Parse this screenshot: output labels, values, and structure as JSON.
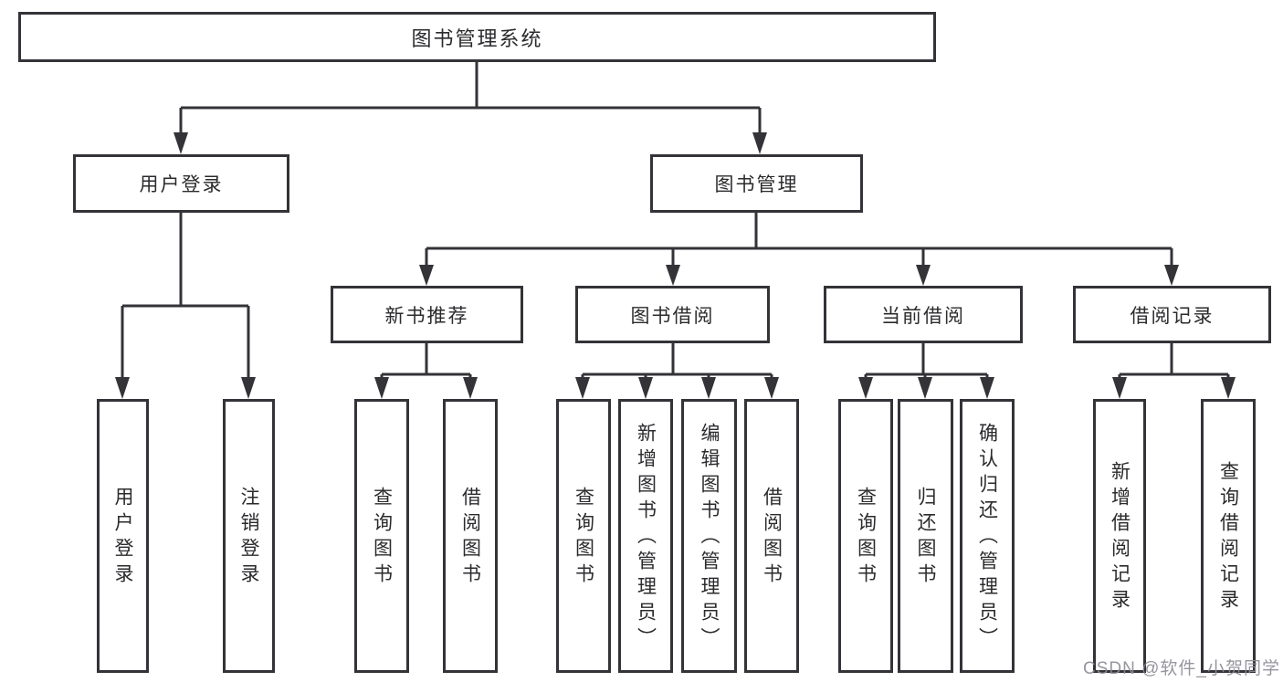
{
  "diagram": {
    "root": {
      "label": "图书管理系统"
    },
    "level2": {
      "user_login": {
        "label": "用户登录"
      },
      "book_management": {
        "label": "图书管理"
      }
    },
    "level3": {
      "new_book_recommend": {
        "label": "新书推荐"
      },
      "book_borrow": {
        "label": "图书借阅"
      },
      "current_borrow": {
        "label": "当前借阅"
      },
      "borrow_records": {
        "label": "借阅记录"
      }
    },
    "leaves": {
      "user_login": {
        "label": "用户登录"
      },
      "logout_login": {
        "label": "注销登录"
      },
      "rec_query_book": {
        "label": "查询图书"
      },
      "rec_borrow_book": {
        "label": "借阅图书"
      },
      "bb_query_book": {
        "label": "查询图书"
      },
      "bb_add_book_admin": {
        "label": "新增图书（管理员）"
      },
      "bb_edit_book_admin": {
        "label": "编辑图书（管理员）"
      },
      "bb_borrow_book": {
        "label": "借阅图书"
      },
      "cur_query_book": {
        "label": "查询图书"
      },
      "cur_return_book": {
        "label": "归还图书"
      },
      "cur_confirm_return_admin": {
        "label": "确认归还（管理员）"
      },
      "rr_add_borrow_record": {
        "label": "新增借阅记录"
      },
      "rr_query_borrow_record": {
        "label": "查询借阅记录"
      }
    }
  },
  "watermark": {
    "text": "CSDN @软件_小贺同学"
  },
  "colors": {
    "line": "#333338",
    "box_background": "#ffffff",
    "text": "#2b2b2e",
    "watermark": "#8b8b94",
    "background": "#ffffff"
  }
}
